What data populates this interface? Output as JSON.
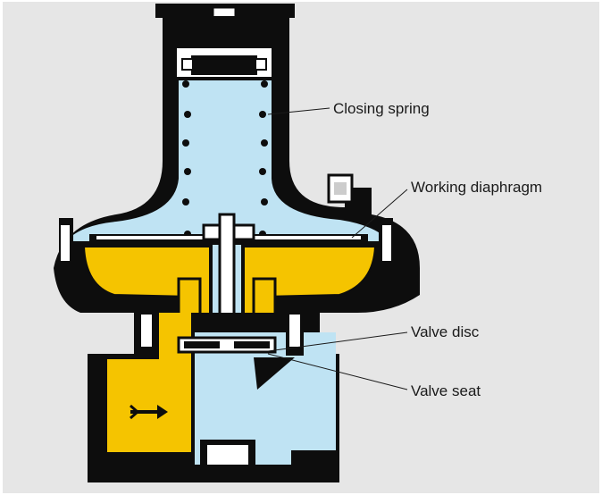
{
  "callouts": {
    "closing_spring": "Closing spring",
    "working_diaphragm": "Working diaphragm",
    "valve_disc": "Valve disc",
    "valve_seat": "Valve seat"
  },
  "colors": {
    "background_panel": "#e6e6e6",
    "housing": "#0d0d0d",
    "gas_chamber": "#bfe3f3",
    "inlet_gas": "#f5c400",
    "spring_coil": "#0d0d0d",
    "leader_line": "#1a1a1a"
  },
  "icons": {
    "flow_direction": "right-arrow-icon"
  }
}
